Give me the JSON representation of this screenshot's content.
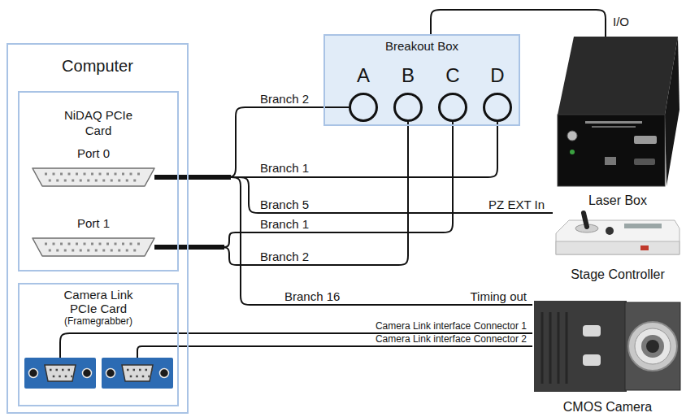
{
  "diagram": {
    "nodes": [
      {
        "text": [
          "Computer"
        ]
      },
      {
        "text": [
          "NiDAQ PCIe Card"
        ],
        "in": 0
      },
      {
        "text": [
          "Port 0"
        ],
        "in": 1
      },
      {
        "text": [
          "Port 1"
        ],
        "in": 1
      },
      {
        "text": [
          "Camera Link PCIe Card",
          "(Framegrabber)"
        ],
        "in": 0
      },
      {
        "text": [
          "Breakout Box"
        ]
      },
      {
        "text": [
          "A"
        ],
        "in": 5
      },
      {
        "text": [
          "B"
        ],
        "in": 5
      },
      {
        "text": [
          "C"
        ],
        "in": 5
      },
      {
        "text": [
          "D"
        ],
        "in": 5
      },
      {
        "text": [
          "Laser Box"
        ]
      },
      {
        "text": [
          "Stage Controller"
        ]
      },
      {
        "text": [
          "CMOS Camera"
        ]
      }
    ],
    "edges": [
      {
        "from": 2,
        "to": 6,
        "arrow": "none",
        "label": "Branch 2"
      },
      {
        "from": 2,
        "to": 9,
        "arrow": "none",
        "label": "Branch 1"
      },
      {
        "from": 2,
        "to": 11,
        "arrow": "none",
        "label": "Branch 5"
      },
      {
        "from": 3,
        "to": 8,
        "arrow": "none",
        "label": "Branch 1"
      },
      {
        "from": 3,
        "to": 7,
        "arrow": "none",
        "label": "Branch 2"
      },
      {
        "from": 2,
        "to": 12,
        "arrow": "none",
        "label": "Branch 16"
      },
      {
        "from": 4,
        "to": 12,
        "arrow": "none",
        "label": "Camera Link interface Connector 1"
      },
      {
        "from": 4,
        "to": 12,
        "arrow": "none",
        "label": "Camera Link interface Connector 2"
      },
      {
        "from": 5,
        "to": 10,
        "arrow": "none",
        "label": "I/O"
      }
    ],
    "labels": [
      "PZ EXT In",
      "Timing out"
    ]
  }
}
